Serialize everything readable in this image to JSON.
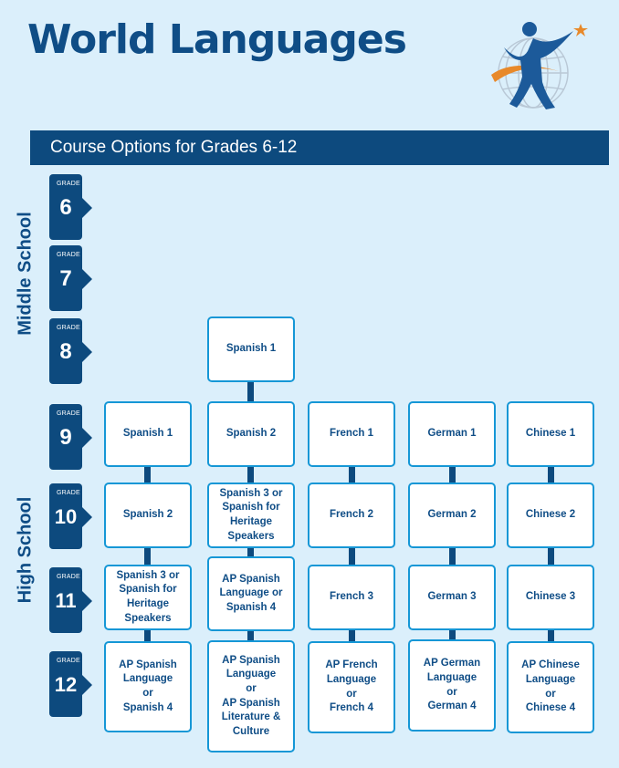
{
  "header": {
    "title": "World Languages",
    "subtitle": "Course Options for Grades 6-12"
  },
  "sections": {
    "middle": "Middle School",
    "high": "High School"
  },
  "grade_label": "GRADE",
  "grades": [
    "6",
    "7",
    "8",
    "9",
    "10",
    "11",
    "12"
  ],
  "courses": {
    "g8_spanish": "Spanish 1",
    "g9_col1": "Spanish 1",
    "g9_col2": "Spanish 2",
    "g9_col3": "French 1",
    "g9_col4": "German 1",
    "g9_col5": "Chinese 1",
    "g10_col1": "Spanish 2",
    "g10_col2": "Spanish 3 or\nSpanish for\nHeritage Speakers",
    "g10_col3": "French 2",
    "g10_col4": "German 2",
    "g10_col5": "Chinese 2",
    "g11_col1": "Spanish 3 or\nSpanish for\nHeritage Speakers",
    "g11_col2": "AP Spanish\nLanguage or\nSpanish 4",
    "g11_col3": "French 3",
    "g11_col4": "German 3",
    "g11_col5": "Chinese 3",
    "g12_col1": "AP Spanish\nLanguage\nor\nSpanish 4",
    "g12_col2": "AP Spanish\nLanguage\nor\nAP Spanish\nLiterature &\nCulture",
    "g12_col3": "AP French\nLanguage\nor\nFrench 4",
    "g12_col4": "AP German\nLanguage\nor\nGerman 4",
    "g12_col5": "AP Chinese\nLanguage\nor\nChinese 4"
  },
  "colors": {
    "navy": "#0d4a7e",
    "title_blue": "#0f4d86",
    "box_border": "#1597d6",
    "background": "#dbeffb",
    "logo_orange": "#e8892a"
  }
}
